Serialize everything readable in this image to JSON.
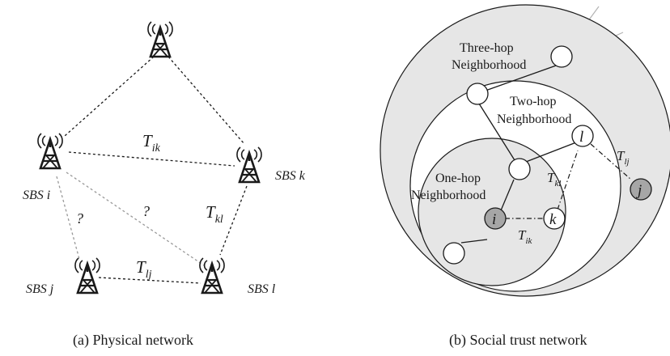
{
  "panel_a": {
    "caption": "(a)  Physical network",
    "nodes": {
      "sbs_i": "SBS i",
      "sbs_k": "SBS k",
      "sbs_j": "SBS j",
      "sbs_l": "SBS l"
    },
    "links": {
      "t_ik": {
        "base": "T",
        "sub": "ik"
      },
      "t_kl": {
        "base": "T",
        "sub": "kl"
      },
      "t_lj": {
        "base": "T",
        "sub": "lj"
      },
      "unknown_ij": "?",
      "unknown_il": "?"
    }
  },
  "panel_b": {
    "caption": "(b)  Social trust network",
    "regions": {
      "three_hop_1": "Three-hop",
      "three_hop_2": "Neighborhood",
      "two_hop_1": "Two-hop",
      "two_hop_2": "Neighborhood",
      "one_hop_1": "One-hop",
      "one_hop_2": "Neighborhood"
    },
    "nodes": {
      "i": "i",
      "k": "k",
      "l": "l",
      "j": "j"
    },
    "links": {
      "t_ik": {
        "base": "T",
        "sub": "ik"
      },
      "t_kl": {
        "base": "T",
        "sub": "kl"
      },
      "t_lj": {
        "base": "T",
        "sub": "lj"
      }
    }
  },
  "colors": {
    "region_fill": "#e6e6e6",
    "highlight_node": "#a6a6a6",
    "ink": "#1a1a1a"
  }
}
